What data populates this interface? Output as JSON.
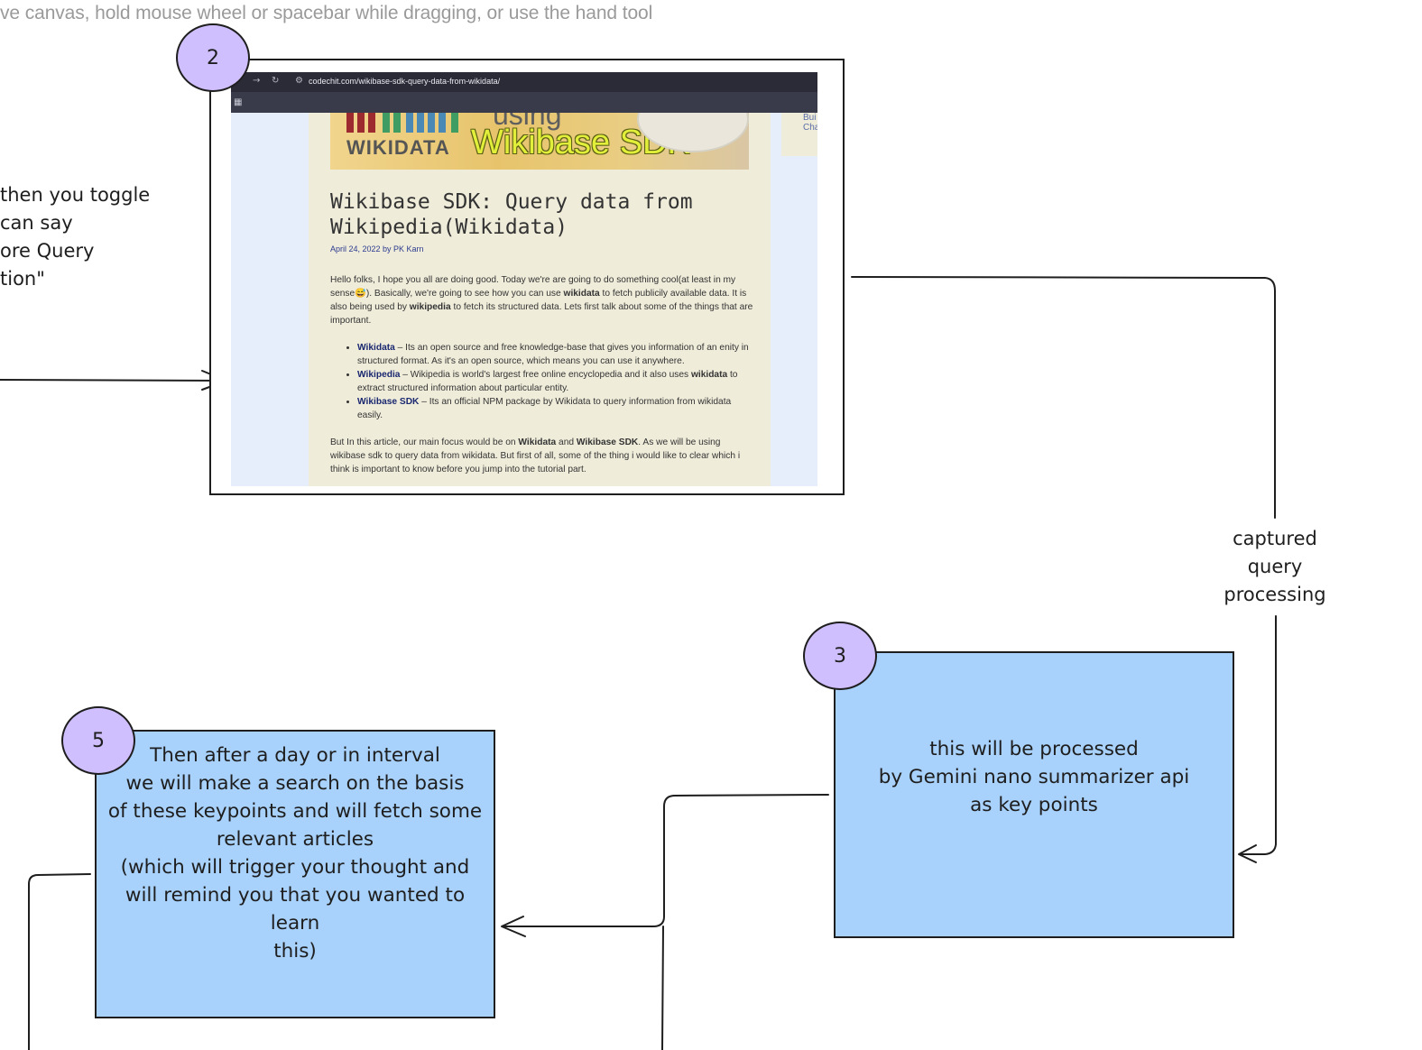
{
  "canvas_hint": "ve canvas, hold mouse wheel or spacebar while dragging, or use the hand tool",
  "side_note": {
    "lines": [
      "then you toggle",
      "can say",
      "ore Query",
      "tion\""
    ]
  },
  "step2": {
    "badge": "2",
    "screenshot": {
      "url": "codechit.com/wikibase-sdk-query-data-from-wikidata/",
      "banner": {
        "word_using": "using",
        "wikidata": "WIKIDATA",
        "sdk": "Wikibase SDK"
      },
      "sidebar_text": [
        "Bui",
        "Cha"
      ],
      "title": "Wikibase SDK: Query data from Wikipedia(Wikidata)",
      "meta": "April 24, 2022 by PK Karn",
      "intro": {
        "a": "Hello folks, I hope you all are doing good. Today we're are going to do something cool(at least in my sense😅). Basically, we're going to see how you can use ",
        "b1": "wikidata",
        "c": " to fetch publicily available data. It is also being used by ",
        "b2": "wikipedia",
        "d": " to fetch its structured data. Lets first talk about some of the things that are important."
      },
      "bullets": [
        {
          "term": "Wikidata",
          "text": " – Its an open source and free knowledge-base that gives you information of an enity in structured format. As it's an open source, which means you can use it anywhere.",
          "extra_bold": "",
          "tail": ""
        },
        {
          "term": "Wikipedia",
          "text": " – Wikipedia is world's largest free online encyclopedia and it also uses ",
          "extra_bold": "wikidata",
          "tail": " to extract structured information about particular entity."
        },
        {
          "term": "Wikibase SDK",
          "text": " – Its an official NPM package by Wikidata to query information from wikidata easily.",
          "extra_bold": "",
          "tail": ""
        }
      ],
      "closing": {
        "a": "But In this article, our main focus would be on ",
        "b1": "Wikidata",
        "c": " and ",
        "b2": "Wikibase SDK",
        "d": ". As we will be using wikibase sdk to query data from wikidata. But first of all, some of the thing i would like to clear which i think is important to know before you jump into the tutorial part."
      }
    }
  },
  "captured_label": {
    "lines": [
      "captured",
      "query",
      "processing"
    ]
  },
  "step3": {
    "badge": "3",
    "lines": [
      "this will be processed",
      "by Gemini nano summarizer api",
      "as key points"
    ]
  },
  "step5": {
    "badge": "5",
    "lines": [
      "Then after a day or in interval",
      "we will make a search on the basis",
      "of these keypoints and will fetch some",
      "relevant articles",
      "(which will trigger your thought and",
      "will remind you that you wanted to learn",
      "this)"
    ]
  },
  "colors": {
    "box_fill": "#a8d1fb",
    "badge_fill": "#d0bfff",
    "stroke": "#1e1e1e",
    "hint_text": "#9a9a9a"
  }
}
